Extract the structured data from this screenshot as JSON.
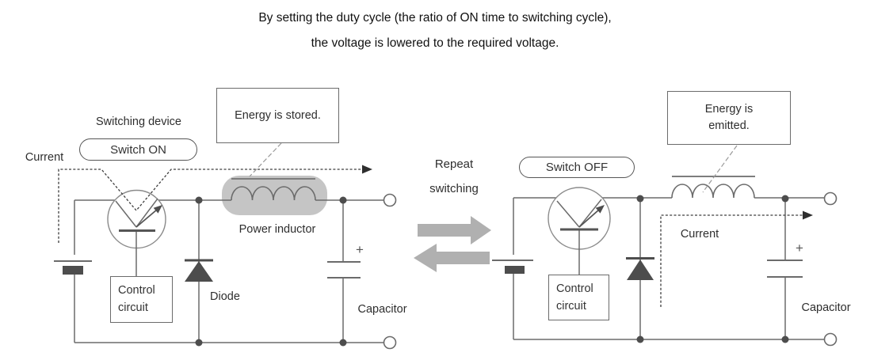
{
  "title": {
    "line1": "By setting the duty cycle (the ratio of ON time to switching cycle),",
    "line2": "the voltage is lowered to the required voltage."
  },
  "left": {
    "device_label": "Switching device",
    "switch_state": "Switch ON",
    "current_label": "Current",
    "callout": "Energy is stored.",
    "inductor_label": "Power inductor",
    "diode_label": "Diode",
    "capacitor_label": "Capacitor",
    "plus": "+",
    "control_line1": "Control",
    "control_line2": "circuit"
  },
  "middle": {
    "line1": "Repeat",
    "line2": "switching"
  },
  "right": {
    "switch_state": "Switch OFF",
    "callout_line1": "Energy is",
    "callout_line2": "emitted.",
    "current_label": "Current",
    "capacitor_label": "Capacitor",
    "plus": "+",
    "control_line1": "Control",
    "control_line2": "circuit"
  },
  "colors": {
    "wire": "#6b6b6b",
    "dark_fill": "#4d4d4d",
    "inductor_highlight": "#c5c5c5",
    "repeat_arrow": "#b0b0b0",
    "dashed_current": "#3d3d3d",
    "text": "#2e2e2e"
  }
}
